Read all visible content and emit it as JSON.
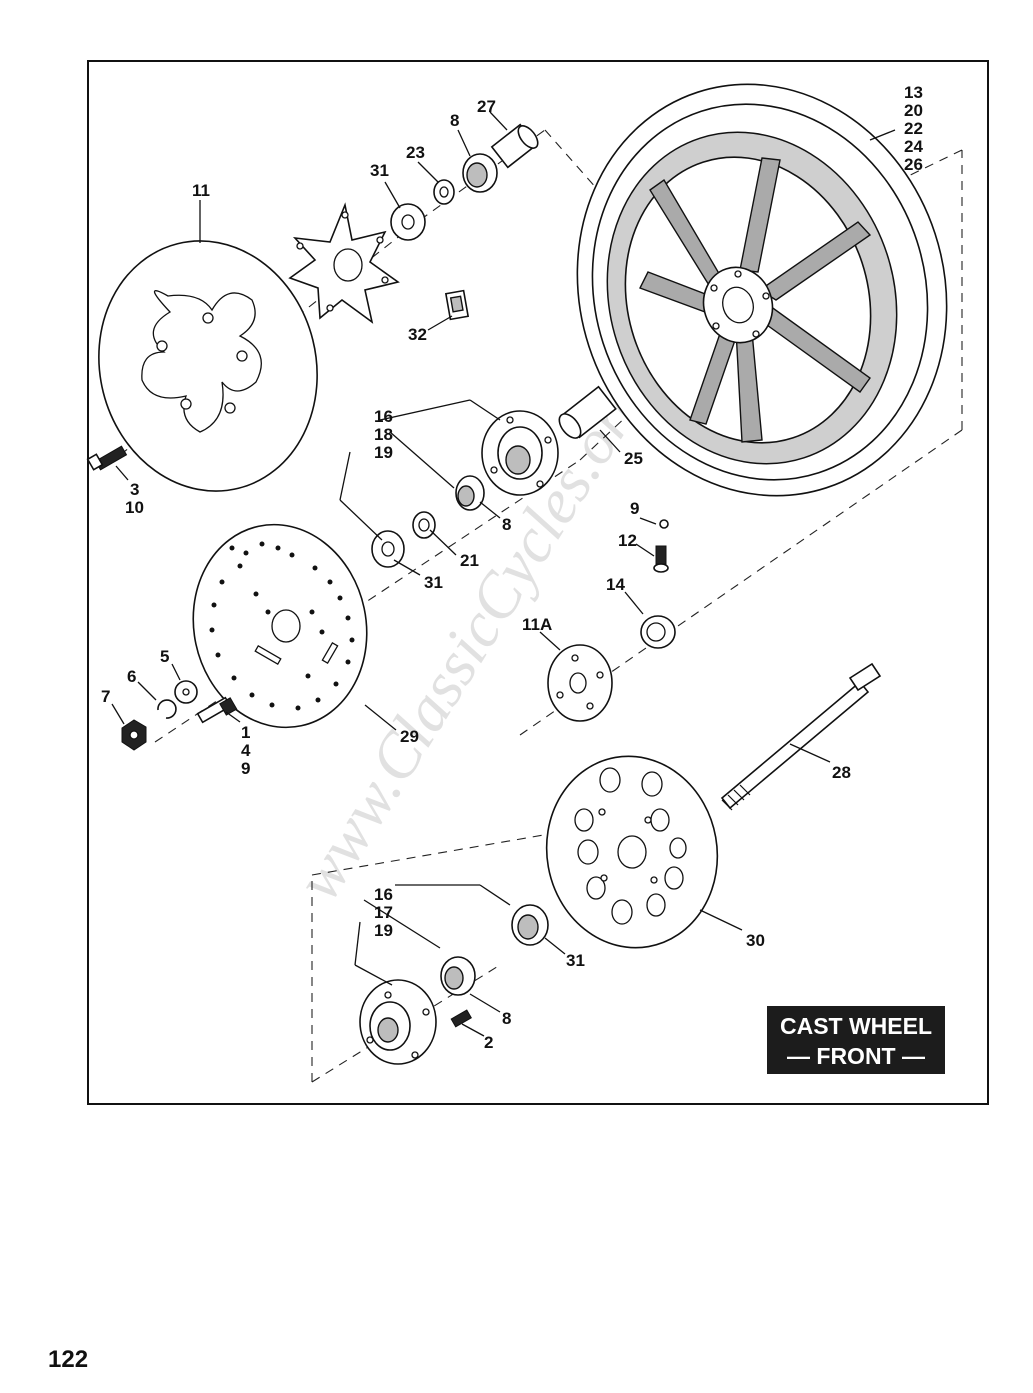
{
  "page": {
    "number": "122"
  },
  "badge": {
    "line1": "CAST WHEEL",
    "line2": "— FRONT —"
  },
  "watermark": {
    "text": "www.ClassicCycles.org"
  },
  "callouts": {
    "c11": "11",
    "c31a": "31",
    "c23": "23",
    "c8a": "8",
    "c27": "27",
    "c13": "13",
    "c20": "20",
    "c22": "22",
    "c24": "24",
    "c26": "26",
    "c32": "32",
    "c3": "3",
    "c10": "10",
    "c16a": "16",
    "c18": "18",
    "c19a": "19",
    "c25": "25",
    "c8b": "8",
    "c21": "21",
    "c31b": "31",
    "c9a": "9",
    "c12": "12",
    "c14": "14",
    "c11A": "11A",
    "c5": "5",
    "c6": "6",
    "c7": "7",
    "c1": "1",
    "c4": "4",
    "c9b": "9",
    "c29": "29",
    "c28": "28",
    "c16b": "16",
    "c17": "17",
    "c19b": "19",
    "c31c": "31",
    "c30": "30",
    "c8c": "8",
    "c2": "2"
  }
}
